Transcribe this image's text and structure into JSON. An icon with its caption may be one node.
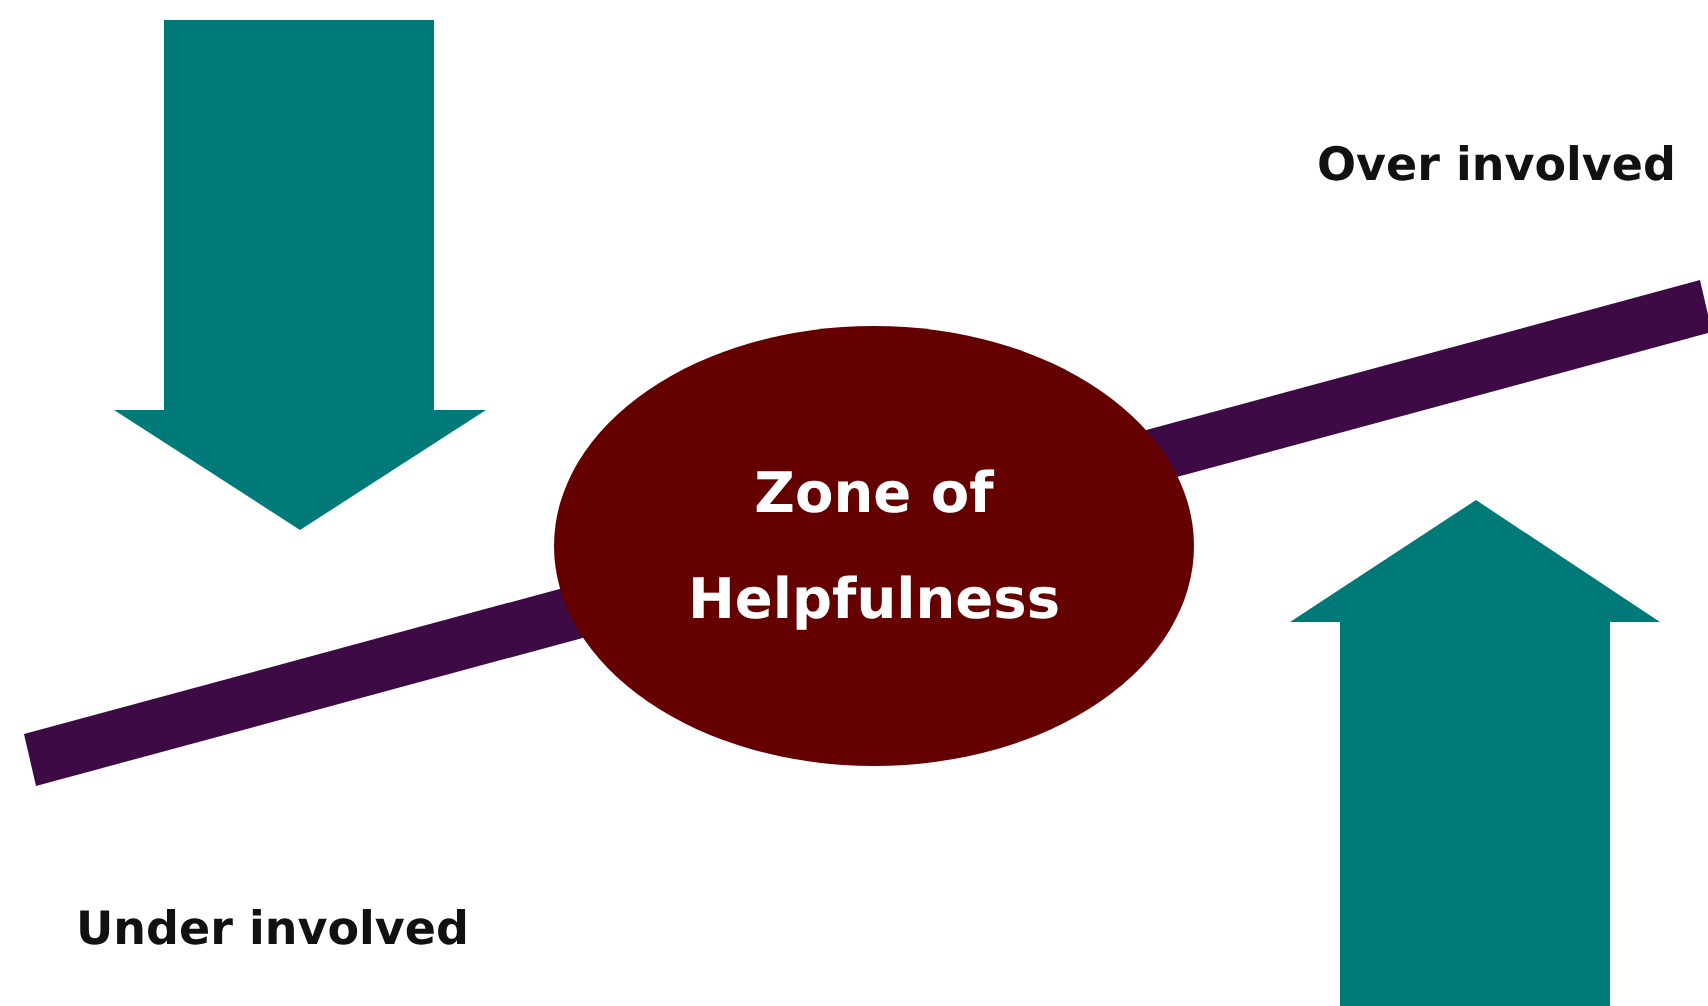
{
  "diagram": {
    "nodes": [
      {
        "text": [
          "Zone of Helpfulness"
        ]
      }
    ],
    "labels": [
      "Over involved",
      "Under involved"
    ]
  }
}
